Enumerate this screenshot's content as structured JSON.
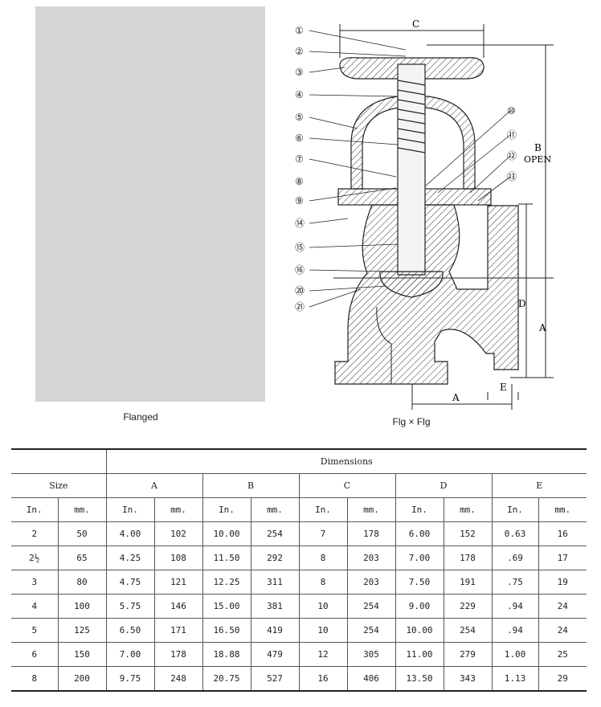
{
  "figure": {
    "photo_caption": "Flanged",
    "drawing_caption": "Flg × Flg",
    "dim_labels": {
      "c": "C",
      "b": "B",
      "open": "OPEN",
      "d": "D",
      "a_right": "A",
      "a_bottom": "A",
      "e": "E"
    },
    "callouts": [
      "①",
      "②",
      "③",
      "④",
      "⑤",
      "⑥",
      "⑦",
      "⑧",
      "⑨",
      "⑩",
      "⑪",
      "⑫",
      "⑬",
      "⑭",
      "⑮",
      "⑯",
      "⑳",
      "㉑"
    ]
  },
  "table": {
    "dimensions_label": "Dimensions",
    "size_label": "Size",
    "groups": [
      "A",
      "B",
      "C",
      "D",
      "E"
    ],
    "unit_in": "In.",
    "unit_mm": "mm.",
    "rows": [
      [
        "2",
        "50",
        "4.00",
        "102",
        "10.00",
        "254",
        "7",
        "178",
        "6.00",
        "152",
        "0.63",
        "16"
      ],
      [
        "2½",
        "65",
        "4.25",
        "108",
        "11.50",
        "292",
        "8",
        "203",
        "7.00",
        "178",
        ".69",
        "17"
      ],
      [
        "3",
        "80",
        "4.75",
        "121",
        "12.25",
        "311",
        "8",
        "203",
        "7.50",
        "191",
        ".75",
        "19"
      ],
      [
        "4",
        "100",
        "5.75",
        "146",
        "15.00",
        "381",
        "10",
        "254",
        "9.00",
        "229",
        ".94",
        "24"
      ],
      [
        "5",
        "125",
        "6.50",
        "171",
        "16.50",
        "419",
        "10",
        "254",
        "10.00",
        "254",
        ".94",
        "24"
      ],
      [
        "6",
        "150",
        "7.00",
        "178",
        "18.88",
        "479",
        "12",
        "305",
        "11.00",
        "279",
        "1.00",
        "25"
      ],
      [
        "8",
        "200",
        "9.75",
        "248",
        "20.75",
        "527",
        "16",
        "406",
        "13.50",
        "343",
        "1.13",
        "29"
      ]
    ]
  }
}
